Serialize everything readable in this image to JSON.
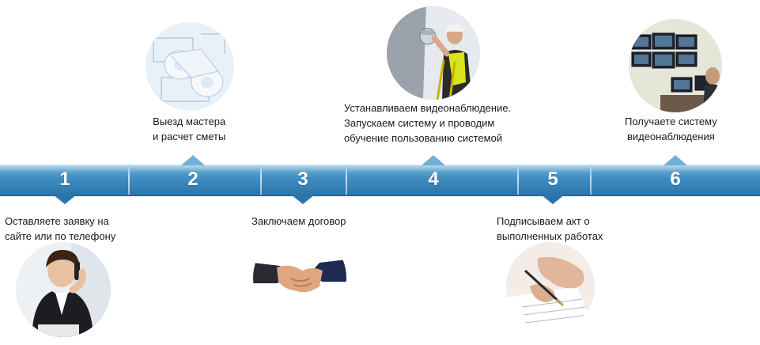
{
  "steps": [
    {
      "number": "1",
      "lines": [
        "Оставляете заявку на",
        "сайте или по телефону"
      ],
      "icon": "woman-phone-photo"
    },
    {
      "number": "2",
      "lines": [
        "Выезд мастера",
        "и расчет сметы"
      ],
      "icon": "blueprints-photo"
    },
    {
      "number": "3",
      "lines": [
        "Заключаем договор"
      ],
      "icon": "handshake-photo"
    },
    {
      "number": "4",
      "lines": [
        "Устанавливаем видеонаблюдение.",
        "Запускаем систему и проводим",
        "обучение пользованию системой"
      ],
      "icon": "camera-installer-photo"
    },
    {
      "number": "5",
      "lines": [
        "Подписываем акт о",
        "выполненных работах"
      ],
      "icon": "signing-document-photo"
    },
    {
      "number": "6",
      "lines": [
        "Получаете систему",
        "видеонаблюдения"
      ],
      "icon": "monitoring-room-photo"
    }
  ],
  "colors": {
    "band_top": "#6fb0d6",
    "band_bottom": "#2b74aa",
    "number": "#ffffff"
  }
}
